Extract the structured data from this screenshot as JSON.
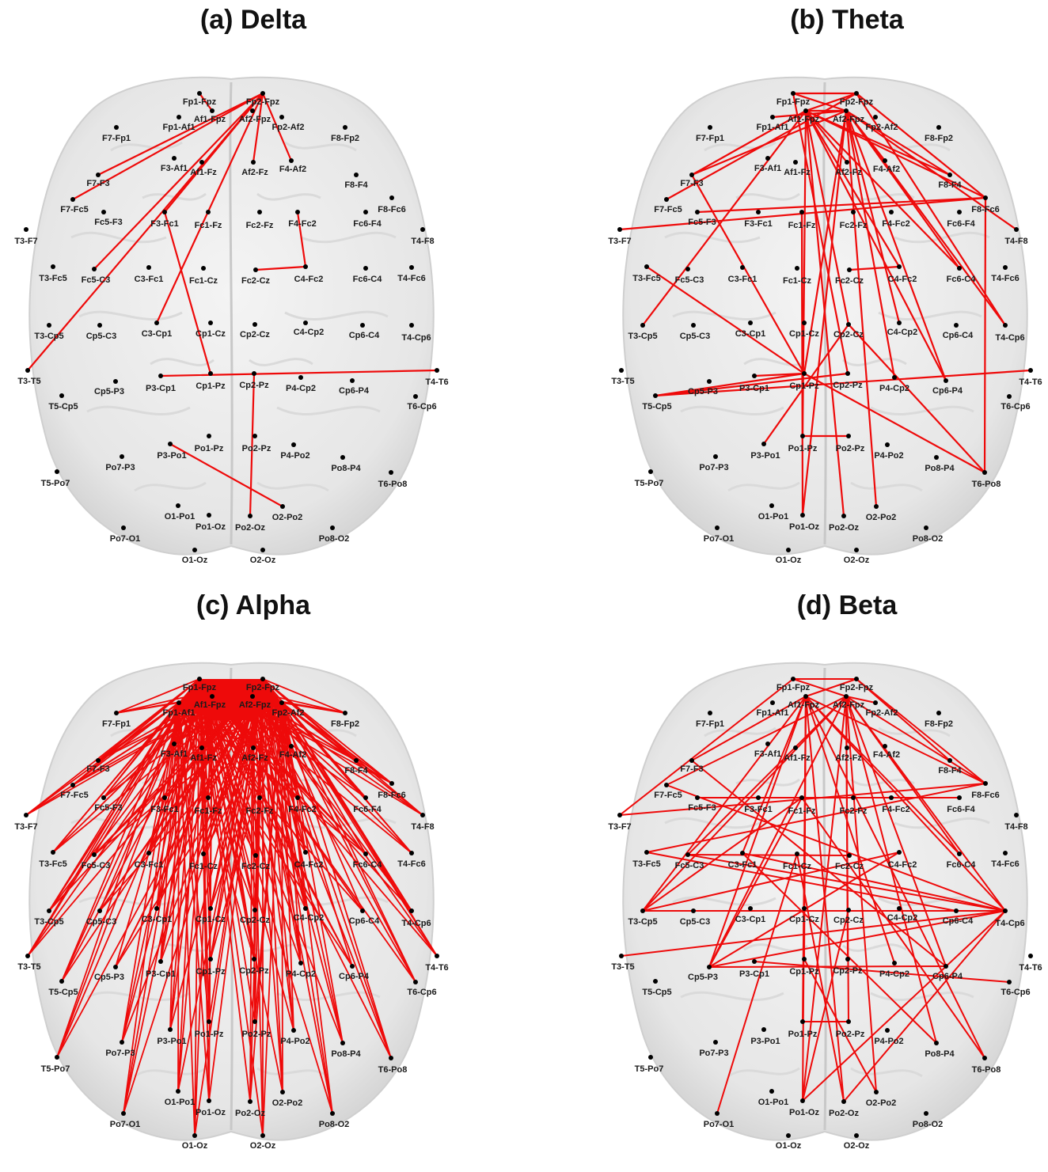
{
  "panels": [
    {
      "id": "a",
      "title": "(a) Delta"
    },
    {
      "id": "b",
      "title": "(b) Theta"
    },
    {
      "id": "c",
      "title": "(c) Alpha"
    },
    {
      "id": "d",
      "title": "(d) Beta"
    }
  ],
  "nodes": [
    "Fp1-Fpz",
    "Fp2-Fpz",
    "Af1-Fpz",
    "Af2-Fpz",
    "Fp1-Af1",
    "Fp2-Af2",
    "F7-Fp1",
    "F8-Fp2",
    "F3-Af1",
    "Af1-Fz",
    "Af2-Fz",
    "F4-Af2",
    "F7-F3",
    "F8-F4",
    "F7-Fc5",
    "F8-Fc6",
    "Fc5-F3",
    "F3-Fc1",
    "Fc1-Fz",
    "Fc2-Fz",
    "F4-Fc2",
    "Fc6-F4",
    "T3-F7",
    "T4-F8",
    "T3-Fc5",
    "Fc5-C3",
    "C3-Fc1",
    "Fc1-Cz",
    "Fc2-Cz",
    "C4-Fc2",
    "Fc6-C4",
    "T4-Fc6",
    "T3-Cp5",
    "Cp5-C3",
    "C3-Cp1",
    "Cp1-Cz",
    "Cp2-Cz",
    "C4-Cp2",
    "Cp6-C4",
    "T4-Cp6",
    "T3-T5",
    "Cp5-P3",
    "P3-Cp1",
    "Cp1-Pz",
    "Cp2-Pz",
    "P4-Cp2",
    "Cp6-P4",
    "T4-T6",
    "T5-Cp5",
    "T6-Cp6",
    "Po1-Pz",
    "Po2-Pz",
    "P3-Po1",
    "P4-Po2",
    "Po7-P3",
    "Po8-P4",
    "T5-Po7",
    "T6-Po8",
    "O1-Po1",
    "O2-Po2",
    "Po1-Oz",
    "Po2-Oz",
    "Po7-O1",
    "Po8-O2",
    "O1-Oz",
    "O2-Oz"
  ],
  "edges": {
    "a": [
      [
        "Fp2-Fpz",
        "F7-F3"
      ],
      [
        "Fp2-Fpz",
        "F7-Fc5"
      ],
      [
        "Fp2-Fpz",
        "T3-T5"
      ],
      [
        "Fp2-Fpz",
        "Fc5-C3"
      ],
      [
        "Fp2-Fpz",
        "C3-Cp1"
      ],
      [
        "Fp2-Fpz",
        "F3-Fc1"
      ],
      [
        "Fp2-Fpz",
        "Af2-Fz"
      ],
      [
        "Fp2-Fpz",
        "F4-Af2"
      ],
      [
        "Af1-Fpz",
        "Fp1-Fpz"
      ],
      [
        "F3-Fc1",
        "Cp1-Pz"
      ],
      [
        "F4-Fc2",
        "C4-Fc2"
      ],
      [
        "Fc2-Cz",
        "C4-Fc2"
      ],
      [
        "P3-Cp1",
        "T4-T6"
      ],
      [
        "Cp2-Pz",
        "Po2-Oz"
      ],
      [
        "P3-Po1",
        "O2-Po2"
      ]
    ],
    "b": [
      [
        "Fp1-Fpz",
        "Fp2-Fpz"
      ],
      [
        "Fp1-Fpz",
        "Af2-Fpz"
      ],
      [
        "Fp2-Fpz",
        "Af1-Fpz"
      ],
      [
        "Af1-Fpz",
        "Af2-Fpz"
      ],
      [
        "Fp1-Af1",
        "Af2-Fpz"
      ],
      [
        "Af1-Fpz",
        "F7-F3"
      ],
      [
        "Af2-Fpz",
        "F7-F3"
      ],
      [
        "Fp2-Fpz",
        "F7-Fc5"
      ],
      [
        "Af1-Fpz",
        "F8-F4"
      ],
      [
        "Af2-Fpz",
        "F8-F4"
      ],
      [
        "Fp2-Fpz",
        "F8-Fc6"
      ],
      [
        "Af1-Fpz",
        "F8-Fc6"
      ],
      [
        "Af2-Fpz",
        "T4-F8"
      ],
      [
        "Af1-Fpz",
        "Fc6-C4"
      ],
      [
        "Af2-Fpz",
        "Fc6-C4"
      ],
      [
        "Af2-Fpz",
        "T4-Cp6"
      ],
      [
        "Fp2-Fpz",
        "T4-Cp6"
      ],
      [
        "Af1-Fpz",
        "C4-Fc2"
      ],
      [
        "Af2-Fpz",
        "C4-Cp2"
      ],
      [
        "Af2-Fpz",
        "Cp6-P4"
      ],
      [
        "Af1-Fpz",
        "Cp6-P4"
      ],
      [
        "Af2-Fpz",
        "P4-Cp2"
      ],
      [
        "Af1-Fpz",
        "Po1-Pz"
      ],
      [
        "Af2-Fpz",
        "Po1-Oz"
      ],
      [
        "Af1-Fpz",
        "Po2-Oz"
      ],
      [
        "Af2-Fpz",
        "O2-Po2"
      ],
      [
        "Af1-Fpz",
        "Cp2-Cz"
      ],
      [
        "Af2-Fpz",
        "Cp1-Pz"
      ],
      [
        "Fp1-Fpz",
        "Cp2-Pz"
      ],
      [
        "Af1-Fpz",
        "T3-Cp5"
      ],
      [
        "Af1-Fpz",
        "Af2-Fz"
      ],
      [
        "Af2-Fpz",
        "F4-Af2"
      ],
      [
        "Fc5-F3",
        "F8-Fc6"
      ],
      [
        "T3-F7",
        "F8-Fc6"
      ],
      [
        "F7-F3",
        "Cp1-Pz"
      ],
      [
        "P3-Cp1",
        "Cp1-Pz"
      ],
      [
        "T5-Cp5",
        "Cp2-Pz"
      ],
      [
        "T5-Cp5",
        "T4-T6"
      ],
      [
        "T5-Cp5",
        "Cp1-Pz"
      ],
      [
        "Po1-Pz",
        "Po2-Pz"
      ],
      [
        "Cp1-Pz",
        "T6-Po8"
      ],
      [
        "F8-Fc6",
        "T6-Po8"
      ],
      [
        "Fc2-Cz",
        "C4-Fc2"
      ],
      [
        "Cp2-Cz",
        "P3-Po1"
      ],
      [
        "Fc1-Fz",
        "Po1-Oz"
      ],
      [
        "Fc1-Fz",
        "Po1-Pz"
      ],
      [
        "T3-Fc5",
        "Cp1-Pz"
      ],
      [
        "Cp2-Cz",
        "T6-Po8"
      ]
    ],
    "c": {
      "hubs": [
        "Fp1-Fpz",
        "Fp2-Fpz",
        "Af1-Fpz",
        "Af2-Fpz",
        "Fp1-Af1",
        "Fp2-Af2"
      ],
      "targets": [
        "F7-Fp1",
        "F8-Fp2",
        "F3-Af1",
        "Af1-Fz",
        "Af2-Fz",
        "F4-Af2",
        "F7-F3",
        "F8-F4",
        "F7-Fc5",
        "F8-Fc6",
        "Fc5-F3",
        "F3-Fc1",
        "Fc1-Fz",
        "Fc2-Fz",
        "F4-Fc2",
        "Fc6-F4",
        "T3-F7",
        "T4-F8",
        "T3-Fc5",
        "Fc5-C3",
        "C3-Fc1",
        "Fc1-Cz",
        "Fc2-Cz",
        "C4-Fc2",
        "Fc6-C4",
        "T4-Fc6",
        "T3-Cp5",
        "Cp5-C3",
        "C3-Cp1",
        "Cp1-Cz",
        "Cp2-Cz",
        "C4-Cp2",
        "Cp6-C4",
        "T4-Cp6",
        "T3-T5",
        "Cp5-P3",
        "P3-Cp1",
        "Cp1-Pz",
        "Cp2-Pz",
        "P4-Cp2",
        "Cp6-P4",
        "T4-T6",
        "T5-Cp5",
        "T6-Cp6",
        "Po1-Pz",
        "Po2-Pz",
        "P3-Po1",
        "P4-Po2",
        "Po7-P3",
        "Po8-P4",
        "T5-Po7",
        "T6-Po8",
        "O1-Po1",
        "O2-Po2",
        "Po1-Oz",
        "Po2-Oz",
        "Po7-O1",
        "Po8-O2",
        "O1-Oz",
        "O2-Oz"
      ]
    },
    "d": [
      [
        "Fp1-Fpz",
        "Fp2-Fpz"
      ],
      [
        "Fp1-Fpz",
        "Af2-Fpz"
      ],
      [
        "Fp2-Fpz",
        "Af1-Fpz"
      ],
      [
        "Af2-Fpz",
        "Fp2-Af2"
      ],
      [
        "Af1-Fpz",
        "F7-F3"
      ],
      [
        "Af2-Fpz",
        "F7-Fc5"
      ],
      [
        "Fp1-Fpz",
        "T3-F7"
      ],
      [
        "Af1-Fpz",
        "T3-Cp5"
      ],
      [
        "Af2-Fpz",
        "T3-Cp5"
      ],
      [
        "Af1-Fpz",
        "Cp5-P3"
      ],
      [
        "Af2-Fpz",
        "Cp5-P3"
      ],
      [
        "Af1-Fpz",
        "C3-Fc1"
      ],
      [
        "Af2-Fpz",
        "Fc5-C3"
      ],
      [
        "Fp2-Fpz",
        "F8-F4"
      ],
      [
        "Af1-Fpz",
        "F8-Fc6"
      ],
      [
        "Af2-Fpz",
        "F8-Fc6"
      ],
      [
        "Fp2-Fpz",
        "F8-Fc6"
      ],
      [
        "Af1-Fpz",
        "Fc6-C4"
      ],
      [
        "Af2-Fpz",
        "Fc6-C4"
      ],
      [
        "Af1-Fpz",
        "T4-Cp6"
      ],
      [
        "Af2-Fpz",
        "T4-Cp6"
      ],
      [
        "Af2-Fpz",
        "Cp6-P4"
      ],
      [
        "Af1-Fpz",
        "P4-Cp2"
      ],
      [
        "Af2-Fpz",
        "Po1-Oz"
      ],
      [
        "Af1-Fpz",
        "Po1-Oz"
      ],
      [
        "Af1-Fpz",
        "Po2-Oz"
      ],
      [
        "Af2-Fpz",
        "O2-Po2"
      ],
      [
        "Af1-Fpz",
        "Po1-Pz"
      ],
      [
        "Af2-Fpz",
        "Po2-Pz"
      ],
      [
        "Af1-Fpz",
        "Cp1-Pz"
      ],
      [
        "Af2-Fpz",
        "Cp2-Pz"
      ],
      [
        "Af1-Fpz",
        "T6-Po8"
      ],
      [
        "Af2-Fpz",
        "Po8-P4"
      ],
      [
        "T3-Cp5",
        "T4-Cp6"
      ],
      [
        "T3-T5",
        "T4-Cp6"
      ],
      [
        "Fc5-C3",
        "T4-Cp6"
      ],
      [
        "C3-Fc1",
        "T4-Cp6"
      ],
      [
        "Cp5-P3",
        "T4-Cp6"
      ],
      [
        "F7-Fc5",
        "T4-Cp6"
      ],
      [
        "T3-Fc5",
        "F8-Fc6"
      ],
      [
        "T3-F7",
        "F8-Fc6"
      ],
      [
        "F7-F3",
        "Cp6-P4"
      ],
      [
        "T3-Cp5",
        "Fc1-Fz"
      ],
      [
        "T3-Cp5",
        "C4-Fc2"
      ],
      [
        "Fc5-C3",
        "Fc2-Cz"
      ],
      [
        "Cp5-P3",
        "C4-Fc2"
      ],
      [
        "Cp5-P3",
        "Fc1-Fz"
      ],
      [
        "Po1-Pz",
        "Po2-Pz"
      ],
      [
        "Po7-O1",
        "Fc1-Cz"
      ],
      [
        "Po1-Oz",
        "T4-Cp6"
      ],
      [
        "Po2-Oz",
        "T4-Cp6"
      ],
      [
        "P3-Cp1",
        "T6-Cp6"
      ],
      [
        "Cp5-P3",
        "Cp6-P4"
      ],
      [
        "Fc5-F3",
        "Fc6-F4"
      ],
      [
        "Fc1-Fz",
        "T6-Po8"
      ],
      [
        "C3-Fc1",
        "Po8-P4"
      ],
      [
        "Cp1-Pz",
        "O2-Po2"
      ],
      [
        "Fc1-Cz",
        "Po2-Oz"
      ],
      [
        "Cp2-Cz",
        "Po1-Oz"
      ],
      [
        "T3-Fc5",
        "Cp6-C4"
      ]
    ]
  }
}
